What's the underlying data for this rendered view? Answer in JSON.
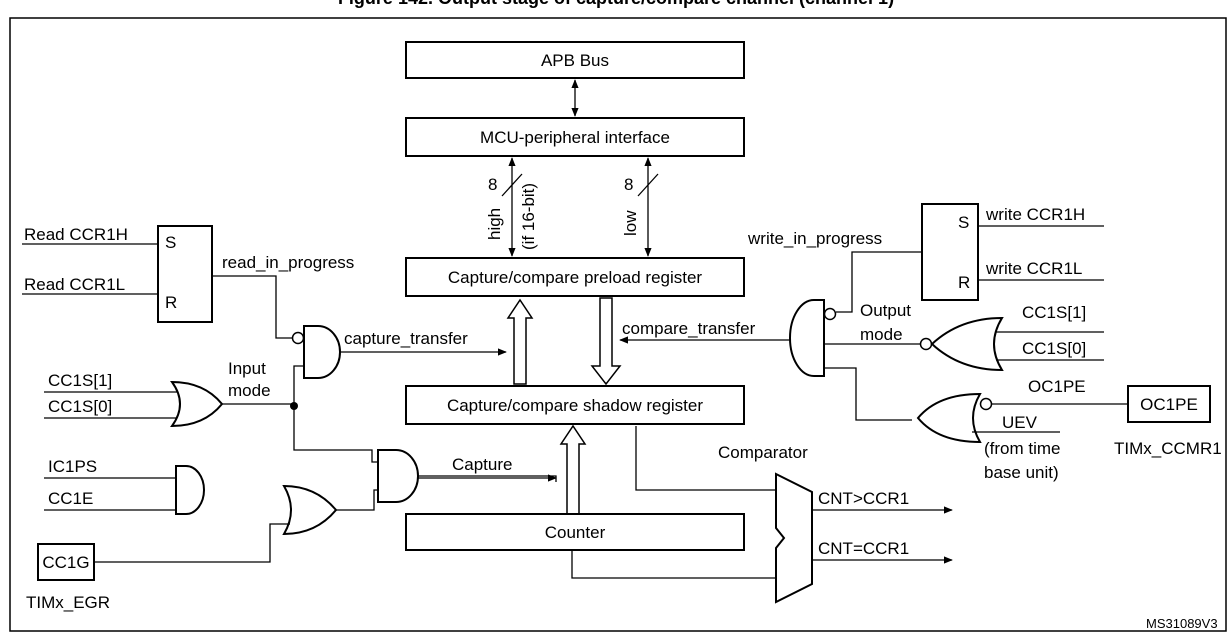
{
  "figure_title": "Figure 142. Output stage of capture/compare channel (channel 1)",
  "watermark_code": "MS31089V3",
  "blocks": {
    "apb_bus": "APB Bus",
    "mcu_interface": "MCU-peripheral interface",
    "preload_register": "Capture/compare preload register",
    "shadow_register": "Capture/compare shadow register",
    "counter": "Counter",
    "cc1g": "CC1G",
    "oc1pe_box": "OC1PE",
    "read_latch_s": "S",
    "read_latch_r": "R",
    "write_latch_s": "S",
    "write_latch_r": "R"
  },
  "bus_labels": {
    "width_high": "8",
    "width_low": "8",
    "high": "high",
    "if_16bit": "(if 16-bit)",
    "low": "low"
  },
  "signals": {
    "read_ccr1h": "Read CCR1H",
    "read_ccr1l": "Read CCR1L",
    "read_in_progress": "read_in_progress",
    "capture_transfer": "capture_transfer",
    "input_mode_1": "Input",
    "input_mode_2": "mode",
    "cc1s1_left": "CC1S[1]",
    "cc1s0_left": "CC1S[0]",
    "ic1ps": "IC1PS",
    "cc1e": "CC1E",
    "capture": "Capture",
    "timx_egr": "TIMx_EGR",
    "write_ccr1h": "write CCR1H",
    "write_ccr1l": "write CCR1L",
    "write_in_progress": "write_in_progress",
    "compare_transfer": "compare_transfer",
    "output_mode_1": "Output",
    "output_mode_2": "mode",
    "cc1s1_right": "CC1S[1]",
    "cc1s0_right": "CC1S[0]",
    "oc1pe_signal": "OC1PE",
    "uev": "UEV",
    "from_time_1": "(from time",
    "from_time_2": "base unit)",
    "timx_ccmr1": "TIMx_CCMR1",
    "comparator": "Comparator",
    "cnt_gt": "CNT>CCR1",
    "cnt_eq": "CNT=CCR1"
  }
}
